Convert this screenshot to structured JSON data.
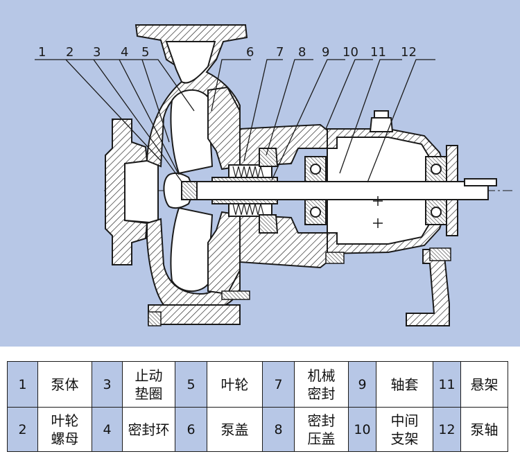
{
  "colors": {
    "background": "#b7c7e6",
    "line": "#1a1a1a",
    "section_fill": "#ffffff",
    "table_number_cell": "#b7c7e6"
  },
  "callouts": [
    "1",
    "2",
    "3",
    "4",
    "5",
    "6",
    "7",
    "8",
    "9",
    "10",
    "11",
    "12"
  ],
  "parts": [
    {
      "number": "1",
      "name": [
        "泵体"
      ]
    },
    {
      "number": "2",
      "name": [
        "叶轮",
        "螺母"
      ]
    },
    {
      "number": "3",
      "name": [
        "止动",
        "垫圈"
      ]
    },
    {
      "number": "4",
      "name": [
        "密封环"
      ]
    },
    {
      "number": "5",
      "name": [
        "叶轮"
      ]
    },
    {
      "number": "6",
      "name": [
        "泵盖"
      ]
    },
    {
      "number": "7",
      "name": [
        "机械",
        "密封"
      ]
    },
    {
      "number": "8",
      "name": [
        "密封",
        "压盖"
      ]
    },
    {
      "number": "9",
      "name": [
        "轴套"
      ]
    },
    {
      "number": "10",
      "name": [
        "中间",
        "支架"
      ]
    },
    {
      "number": "11",
      "name": [
        "悬架"
      ]
    },
    {
      "number": "12",
      "name": [
        "泵轴"
      ]
    }
  ]
}
